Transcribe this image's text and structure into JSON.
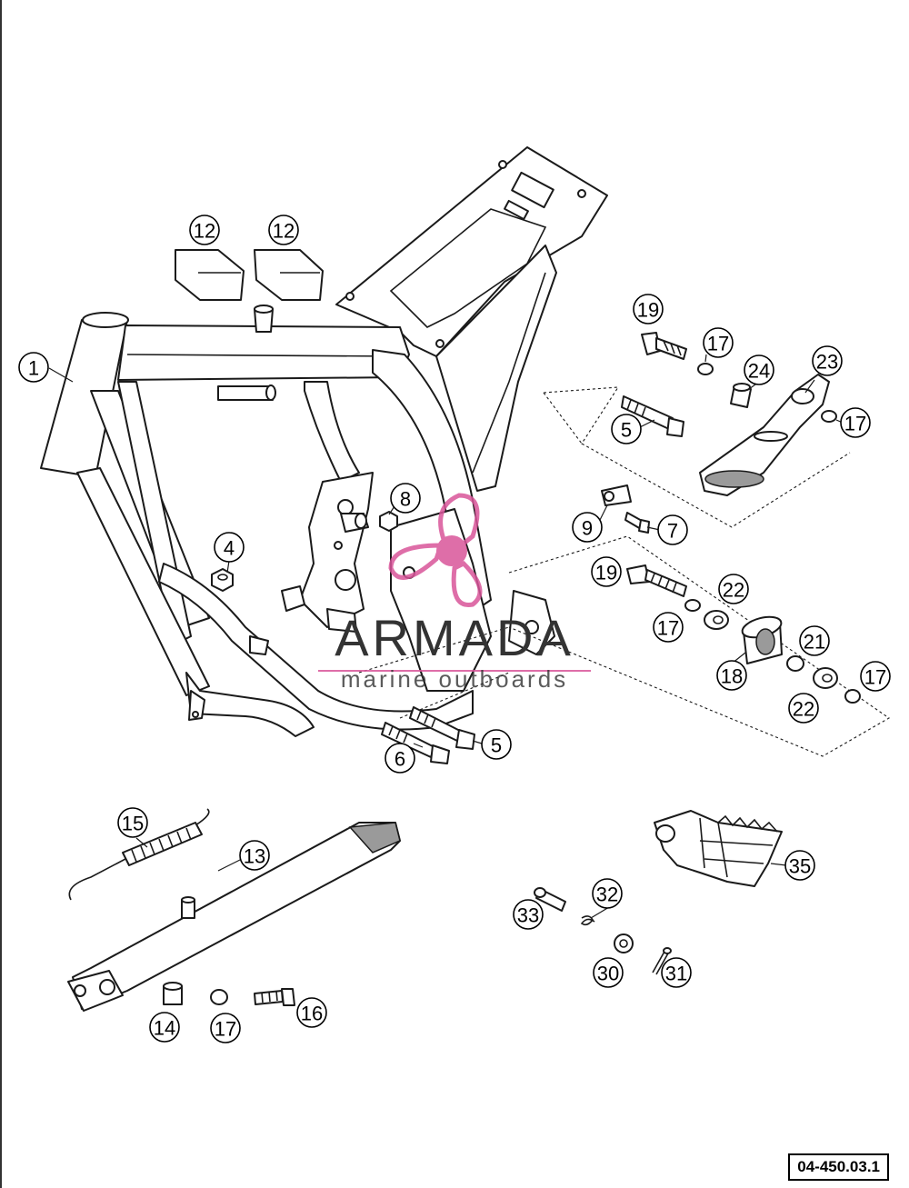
{
  "diagram": {
    "reference_code": "04-450.03.1",
    "callouts": [
      {
        "id": "c1",
        "n": "1"
      },
      {
        "id": "c12a",
        "n": "12"
      },
      {
        "id": "c12b",
        "n": "12"
      },
      {
        "id": "c4",
        "n": "4"
      },
      {
        "id": "c8",
        "n": "8"
      },
      {
        "id": "c19a",
        "n": "19"
      },
      {
        "id": "c17a",
        "n": "17"
      },
      {
        "id": "c24",
        "n": "24"
      },
      {
        "id": "c23",
        "n": "23"
      },
      {
        "id": "c5a",
        "n": "5"
      },
      {
        "id": "c17b",
        "n": "17"
      },
      {
        "id": "c9",
        "n": "9"
      },
      {
        "id": "c7",
        "n": "7"
      },
      {
        "id": "c19b",
        "n": "19"
      },
      {
        "id": "c22a",
        "n": "22"
      },
      {
        "id": "c17c",
        "n": "17"
      },
      {
        "id": "c21",
        "n": "21"
      },
      {
        "id": "c18",
        "n": "18"
      },
      {
        "id": "c17d",
        "n": "17"
      },
      {
        "id": "c22b",
        "n": "22"
      },
      {
        "id": "c6",
        "n": "6"
      },
      {
        "id": "c5b",
        "n": "5"
      },
      {
        "id": "c15",
        "n": "15"
      },
      {
        "id": "c13",
        "n": "13"
      },
      {
        "id": "c35",
        "n": "35"
      },
      {
        "id": "c32",
        "n": "32"
      },
      {
        "id": "c33",
        "n": "33"
      },
      {
        "id": "c30",
        "n": "30"
      },
      {
        "id": "c31",
        "n": "31"
      },
      {
        "id": "c14",
        "n": "14"
      },
      {
        "id": "c17e",
        "n": "17"
      },
      {
        "id": "c16",
        "n": "16"
      }
    ]
  },
  "watermark": {
    "brand": "ARMADA",
    "tagline": "marine outboards",
    "color": "#d9559a"
  }
}
